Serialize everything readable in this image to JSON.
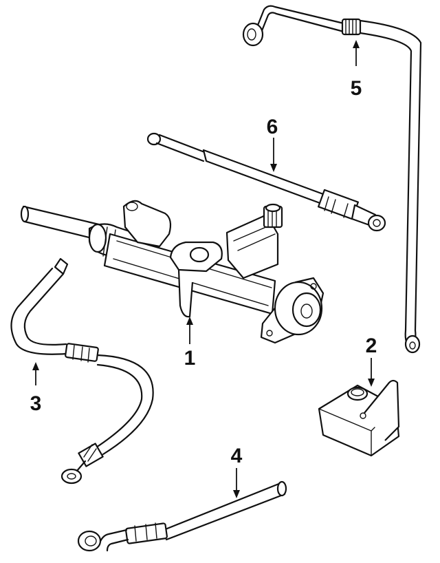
{
  "callouts": {
    "c1": "1",
    "c2": "2",
    "c3": "3",
    "c4": "4",
    "c5": "5",
    "c6": "6"
  },
  "parts": {
    "p1": "steering-gear-rack",
    "p2": "power-steering-reservoir",
    "p3": "pressure-hose",
    "p4": "return-hose",
    "p5": "reservoir-hose",
    "p6": "cooler-line"
  },
  "colors": {
    "line": "#111111",
    "background": "#ffffff"
  }
}
